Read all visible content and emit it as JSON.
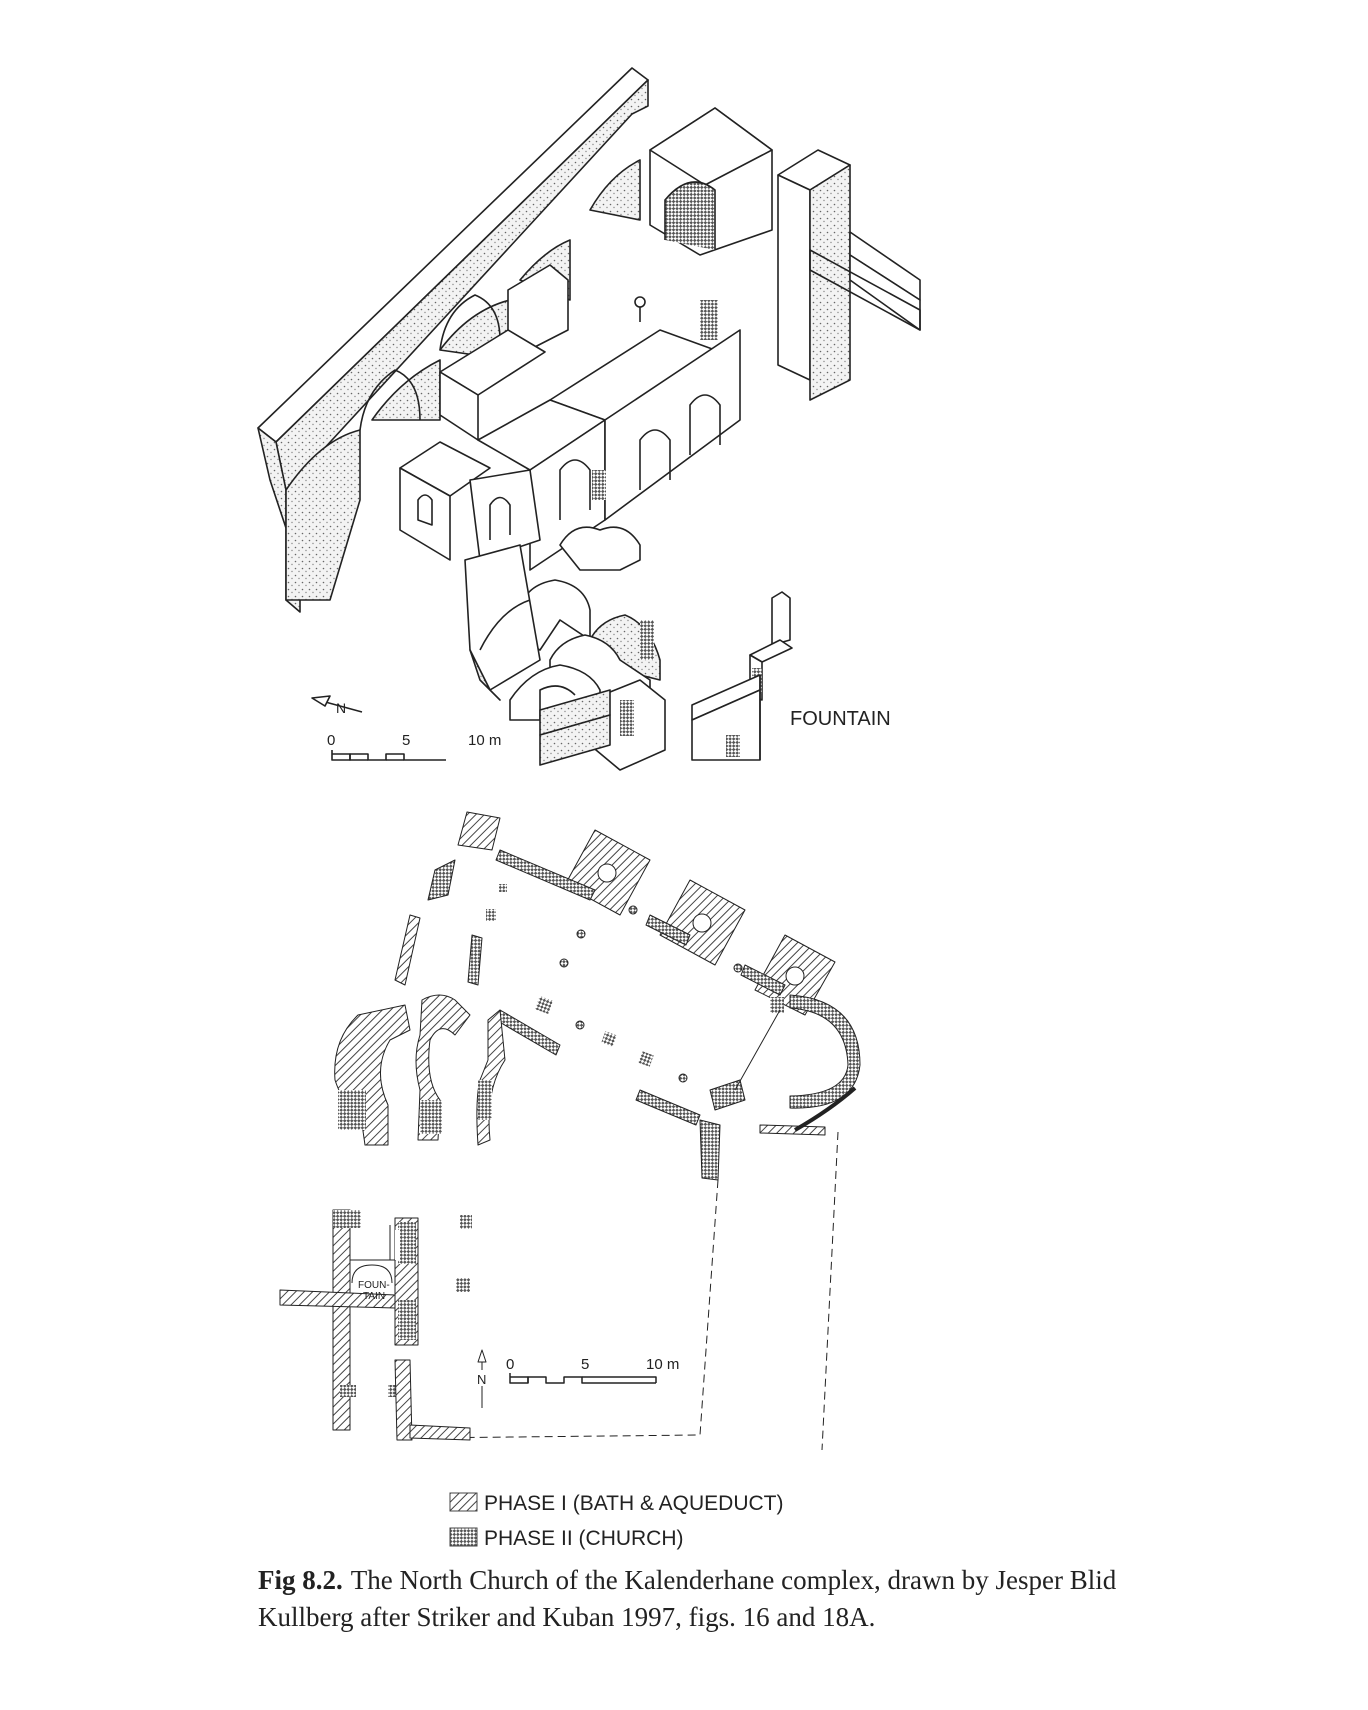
{
  "figure": {
    "axonometric": {
      "north_label": "N",
      "scale": {
        "ticks": [
          "0",
          "5",
          "10 m"
        ]
      },
      "fountain_label": "FOUNTAIN"
    },
    "plan": {
      "fountain_label_1": "FOUN-",
      "fountain_label_2": "TAIN",
      "north_label": "N",
      "scale": {
        "ticks": [
          "0",
          "5",
          "10 m"
        ]
      }
    },
    "legend": [
      {
        "label": "PHASE I (BATH & AQUEDUCT)",
        "pattern": "diagonal-hatch"
      },
      {
        "label": "PHASE II (CHURCH)",
        "pattern": "crosshatch"
      }
    ]
  },
  "caption": {
    "number": "Fig 8.2.",
    "text": "The North Church of the Kalenderhane complex, drawn by Jesper Blid Kullberg after Striker and Kuban 1997, figs. 16 and 18A."
  },
  "colors": {
    "ink": "#222222",
    "stipple": "#bdbdbd"
  }
}
